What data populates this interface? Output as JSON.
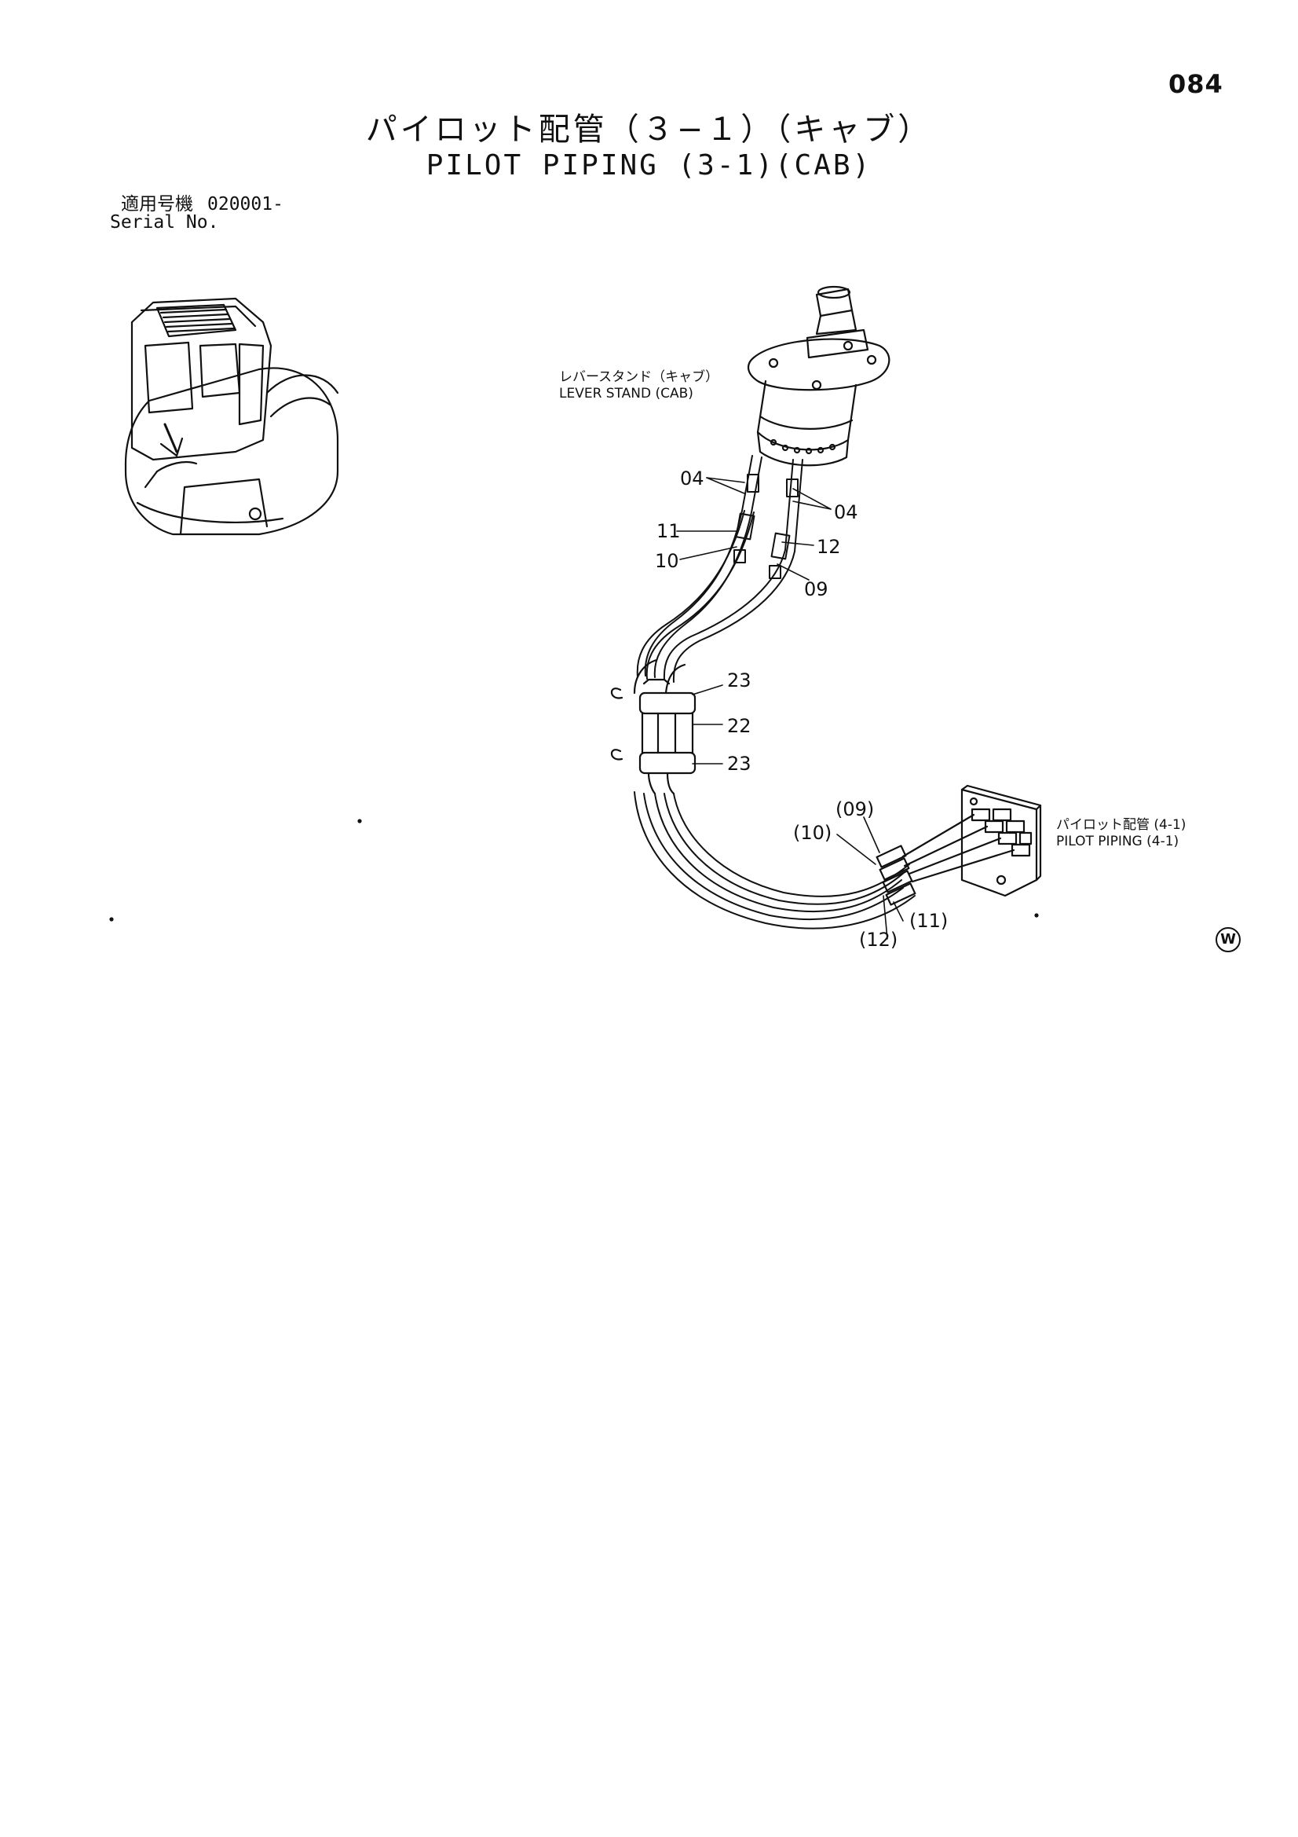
{
  "page_number": "084",
  "title": {
    "jp": "パイロット配管（３−１）（キャブ）",
    "en": "PILOT PIPING (3-1)(CAB)"
  },
  "serial": {
    "jp_label": "適用号機",
    "value": "020001-",
    "en_label": "Serial No."
  },
  "labels": {
    "lever_stand_jp": "レバースタンド（キャブ）",
    "lever_stand_en": "LEVER STAND (CAB)",
    "pilot_piping_jp": "パイロット配管 (4-1)",
    "pilot_piping_en": "PILOT PIPING (4-1)"
  },
  "callouts": {
    "c04_left": "04",
    "c04_right": "04",
    "c11": "11",
    "c10": "10",
    "c12": "12",
    "c09": "09",
    "c23_top": "23",
    "c22": "22",
    "c23_bottom": "23",
    "c09_paren": "(09)",
    "c10_paren": "(10)",
    "c11_paren": "(11)",
    "c12_paren": "(12)"
  },
  "mark": "W"
}
